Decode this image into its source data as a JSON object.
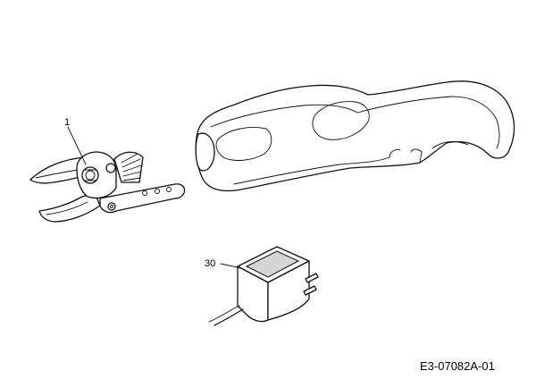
{
  "diagram": {
    "parts": [
      {
        "callout": "1",
        "icon": "pruning-shear-head-icon"
      },
      {
        "callout": "30",
        "icon": "charger-adapter-icon"
      }
    ],
    "handle_icon": "shear-handle-icon",
    "drawing_code": "E3-07082A-01"
  }
}
